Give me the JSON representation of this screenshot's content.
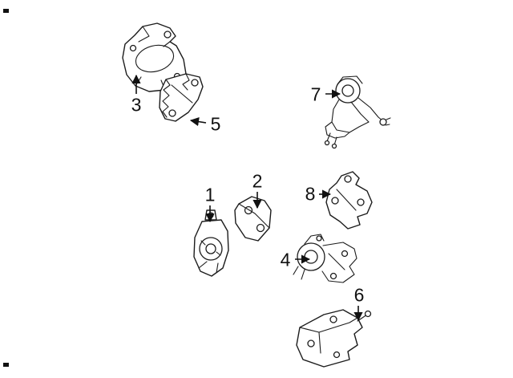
{
  "diagram": {
    "background_color": "#ffffff",
    "line_color": "#1c1c1c",
    "callouts": [
      {
        "label": "1"
      },
      {
        "label": "2"
      },
      {
        "label": "3"
      },
      {
        "label": "4"
      },
      {
        "label": "5"
      },
      {
        "label": "6"
      },
      {
        "label": "7"
      },
      {
        "label": "8"
      }
    ]
  }
}
